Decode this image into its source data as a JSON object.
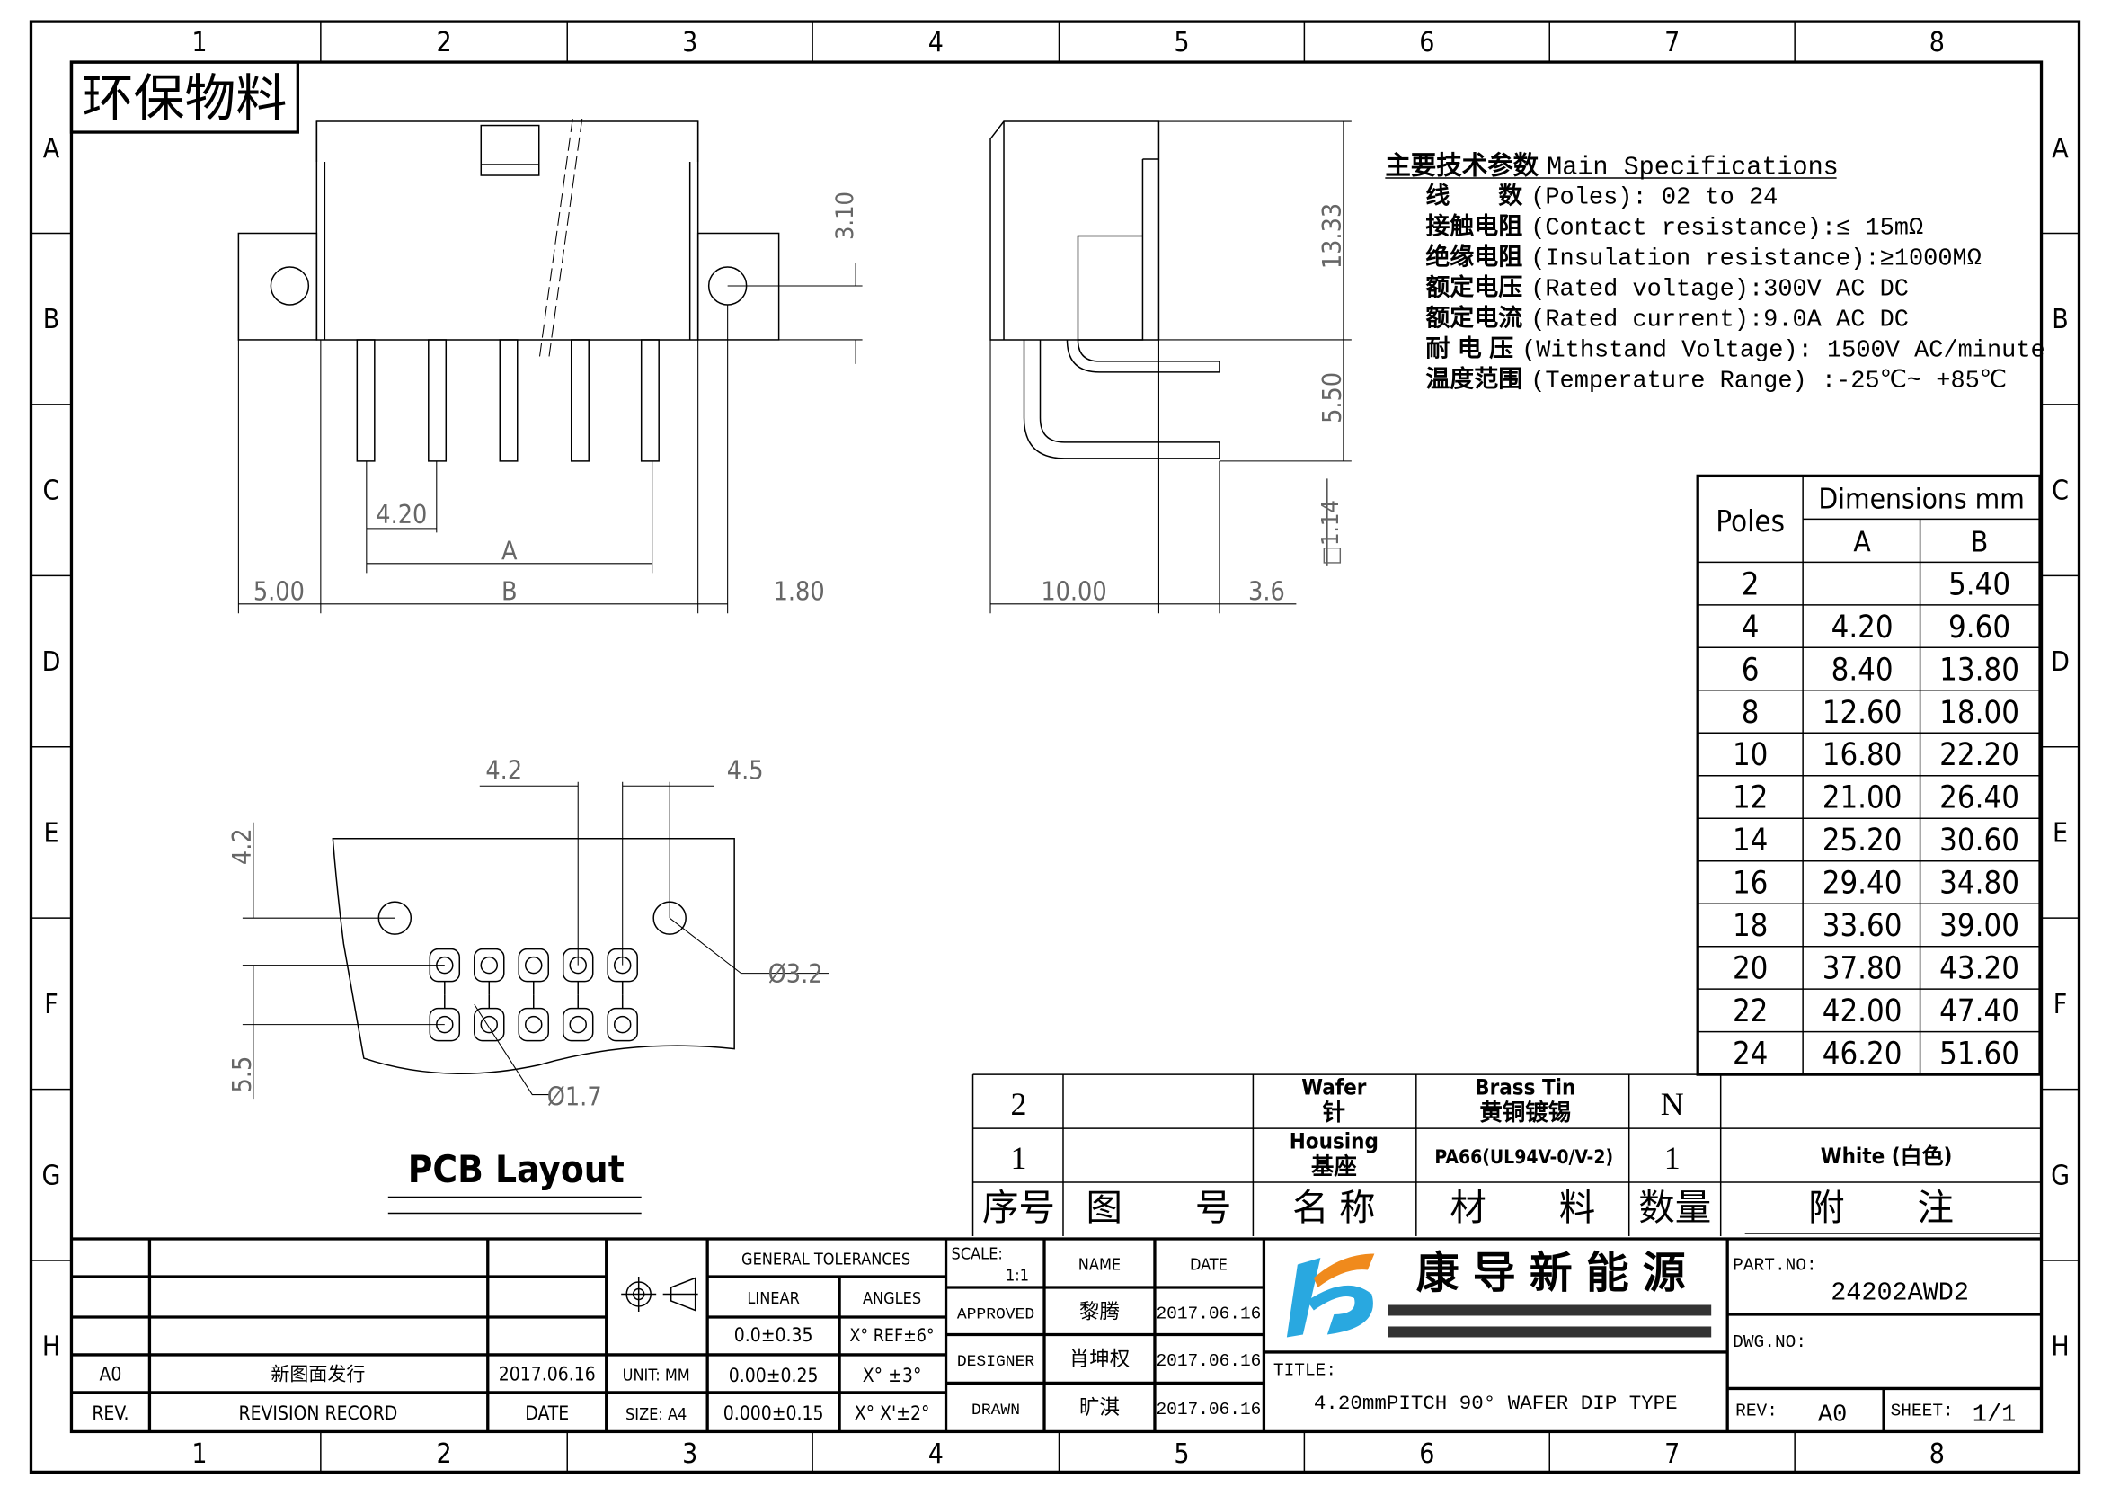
{
  "frame": {
    "columns": [
      "1",
      "2",
      "3",
      "4",
      "5",
      "6",
      "7",
      "8"
    ],
    "rows": [
      "A",
      "B",
      "C",
      "D",
      "E",
      "F",
      "G",
      "H"
    ],
    "eco_label": "环保物料"
  },
  "front_view": {
    "dim_310": "3.10",
    "dim_420": "4.20",
    "dim_a": "A",
    "dim_b": "B",
    "dim_500": "5.00",
    "dim_180": "1.80"
  },
  "side_view": {
    "dim_1333": "13.33",
    "dim_550": "5.50",
    "dim_114": "□1.14",
    "dim_1000": "10.00",
    "dim_36": "3.6"
  },
  "pcb": {
    "title": "PCB Layout",
    "dim_42_top": "4.2",
    "dim_45": "4.5",
    "dim_42_left": "4.2",
    "dim_55": "5.5",
    "hole_large": "Ø3.2",
    "hole_small": "Ø1.7"
  },
  "specs": {
    "heading_cn": "主要技术参数",
    "heading_en": "Main Specifications",
    "items": [
      {
        "cn": "线　　数",
        "en": "(Poles): 02 to 24"
      },
      {
        "cn": "接触电阻",
        "en": "(Contact resistance):≤ 15mΩ"
      },
      {
        "cn": "绝缘电阻",
        "en": "(Insulation resistance):≥1000MΩ"
      },
      {
        "cn": "额定电压",
        "en": "(Rated voltage):300V AC DC"
      },
      {
        "cn": "额定电流",
        "en": "(Rated current):9.0A AC DC"
      },
      {
        "cn": "耐 电 压",
        "en": "(Withstand Voltage): 1500V AC/minute"
      },
      {
        "cn": "温度范围",
        "en": "(Temperature Range) :-25℃~ +85℃"
      }
    ]
  },
  "dimensions_table": {
    "poles_header": "Poles",
    "dims_header": "Dimensions mm",
    "col_a": "A",
    "col_b": "B",
    "rows": [
      [
        "2",
        "",
        "5.40"
      ],
      [
        "4",
        "4.20",
        "9.60"
      ],
      [
        "6",
        "8.40",
        "13.80"
      ],
      [
        "8",
        "12.60",
        "18.00"
      ],
      [
        "10",
        "16.80",
        "22.20"
      ],
      [
        "12",
        "21.00",
        "26.40"
      ],
      [
        "14",
        "25.20",
        "30.60"
      ],
      [
        "16",
        "29.40",
        "34.80"
      ],
      [
        "18",
        "33.60",
        "39.00"
      ],
      [
        "20",
        "37.80",
        "43.20"
      ],
      [
        "22",
        "42.00",
        "47.40"
      ],
      [
        "24",
        "46.20",
        "51.60"
      ]
    ]
  },
  "bom": {
    "rows": [
      {
        "no": "2",
        "drawing": "",
        "name_en": "Wafer",
        "name_cn": "针",
        "material_1": "Brass Tin",
        "material_2": "黄铜镀锡",
        "qty": "N",
        "note": ""
      },
      {
        "no": "1",
        "drawing": "",
        "name_en": "Housing",
        "name_cn": "基座",
        "material_1": "PA66(UL94V-0/V-2)",
        "material_2": "",
        "qty": "1",
        "note": "White (白色)"
      }
    ],
    "headers": {
      "no": "序号",
      "drawing": "图　　号",
      "name": "名 称",
      "material": "材　　料",
      "qty": "数量",
      "note": "附　　注"
    }
  },
  "title_block": {
    "revision": {
      "rev": "A0",
      "record": "新图面发行",
      "date": "2017.06.16",
      "rev_header": "REV.",
      "record_header": "REVISION RECORD",
      "date_header": "DATE"
    },
    "unit": "UNIT: MM",
    "size": "SIZE: A4",
    "tolerances": {
      "header": "GENERAL TOLERANCES",
      "linear": "LINEAR",
      "angles": "ANGLES",
      "rows": [
        [
          "0.0±0.35",
          "X° REF±6°"
        ],
        [
          "0.00±0.25",
          "X° ±3°"
        ],
        [
          "0.000±0.15",
          "X° X'±2°"
        ]
      ]
    },
    "scale_label": "SCALE:",
    "scale": "1:1",
    "name_header": "NAME",
    "date_header": "DATE",
    "signoffs": [
      {
        "role": "APPROVED",
        "name": "黎腾",
        "date": "2017.06.16"
      },
      {
        "role": "DESIGNER",
        "name": "肖坤权",
        "date": "2017.06.16"
      },
      {
        "role": "DRAWN",
        "name": "旷淇",
        "date": "2017.06.16"
      }
    ],
    "company": "康 导 新 能 源",
    "title_label": "TITLE:",
    "title": "4.20mmPITCH 90° WAFER DIP TYPE",
    "part_no_label": "PART.NO:",
    "part_no": "24202AWD2",
    "dwg_no_label": "DWG.NO:",
    "rev_label": "REV:",
    "rev": "A0",
    "sheet_label": "SHEET:",
    "sheet": "1/1"
  },
  "colors": {
    "logo_blue": "#29a8e0",
    "logo_orange": "#f08a1c"
  }
}
